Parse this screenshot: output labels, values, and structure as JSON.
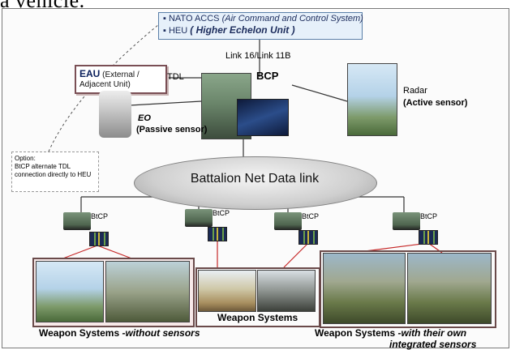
{
  "top_text": "a vehicle.",
  "nato": {
    "line1_prefix": "NATO ACCS",
    "line1_detail": "(Air Command and Control System)",
    "line2_prefix": "HEU",
    "line2_detail": "( Higher Echelon Unit )"
  },
  "link_label": "Link 16/Link 11B",
  "eau": {
    "title": "EAU",
    "detail1": "(External /",
    "detail2": "Adjacent Unit)"
  },
  "tdl_label": "TDL",
  "bcp_label": "BCP",
  "radar": {
    "title": "Radar",
    "subtitle": "(Active sensor)"
  },
  "eo": {
    "title": "EO",
    "subtitle": "(Passive sensor)"
  },
  "option": {
    "title": "Option:",
    "text1": "BtCP alternate TDL",
    "text2": "connection directly to HEU"
  },
  "network_label": "Battalion Net Data link",
  "btcp_labels": [
    "BtCP",
    "BtCP",
    "BtCP",
    "BtCP"
  ],
  "weapons": {
    "left_main": "Weapon Systems ",
    "left_italic": "-without sensors",
    "center": "Weapon Systems",
    "right_main": "Weapon Systems ",
    "right_italic1": "-with their own",
    "right_italic2": "integrated sensors"
  },
  "colors": {
    "navy_text": "#1c2c5c",
    "link_lines": "#333333",
    "red_lines": "#c62828",
    "frame": "#6a4a4a"
  }
}
